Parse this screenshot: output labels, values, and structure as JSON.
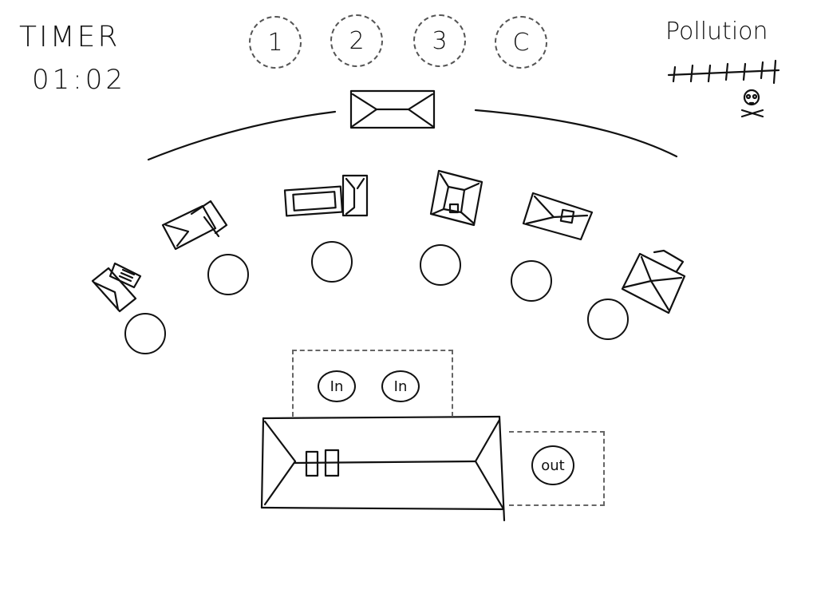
{
  "hud": {
    "timer_label": "TIMER",
    "timer_value": "01:02",
    "pollution_label": "Pollution",
    "pollution_icon": "skull-crossbones-icon"
  },
  "slots": [
    "1",
    "2",
    "3",
    "C"
  ],
  "input_buttons": [
    "In",
    "In"
  ],
  "output_button": "out",
  "stations": [
    "box",
    "box",
    "box",
    "box",
    "box",
    "box",
    "box"
  ],
  "customers": 6
}
